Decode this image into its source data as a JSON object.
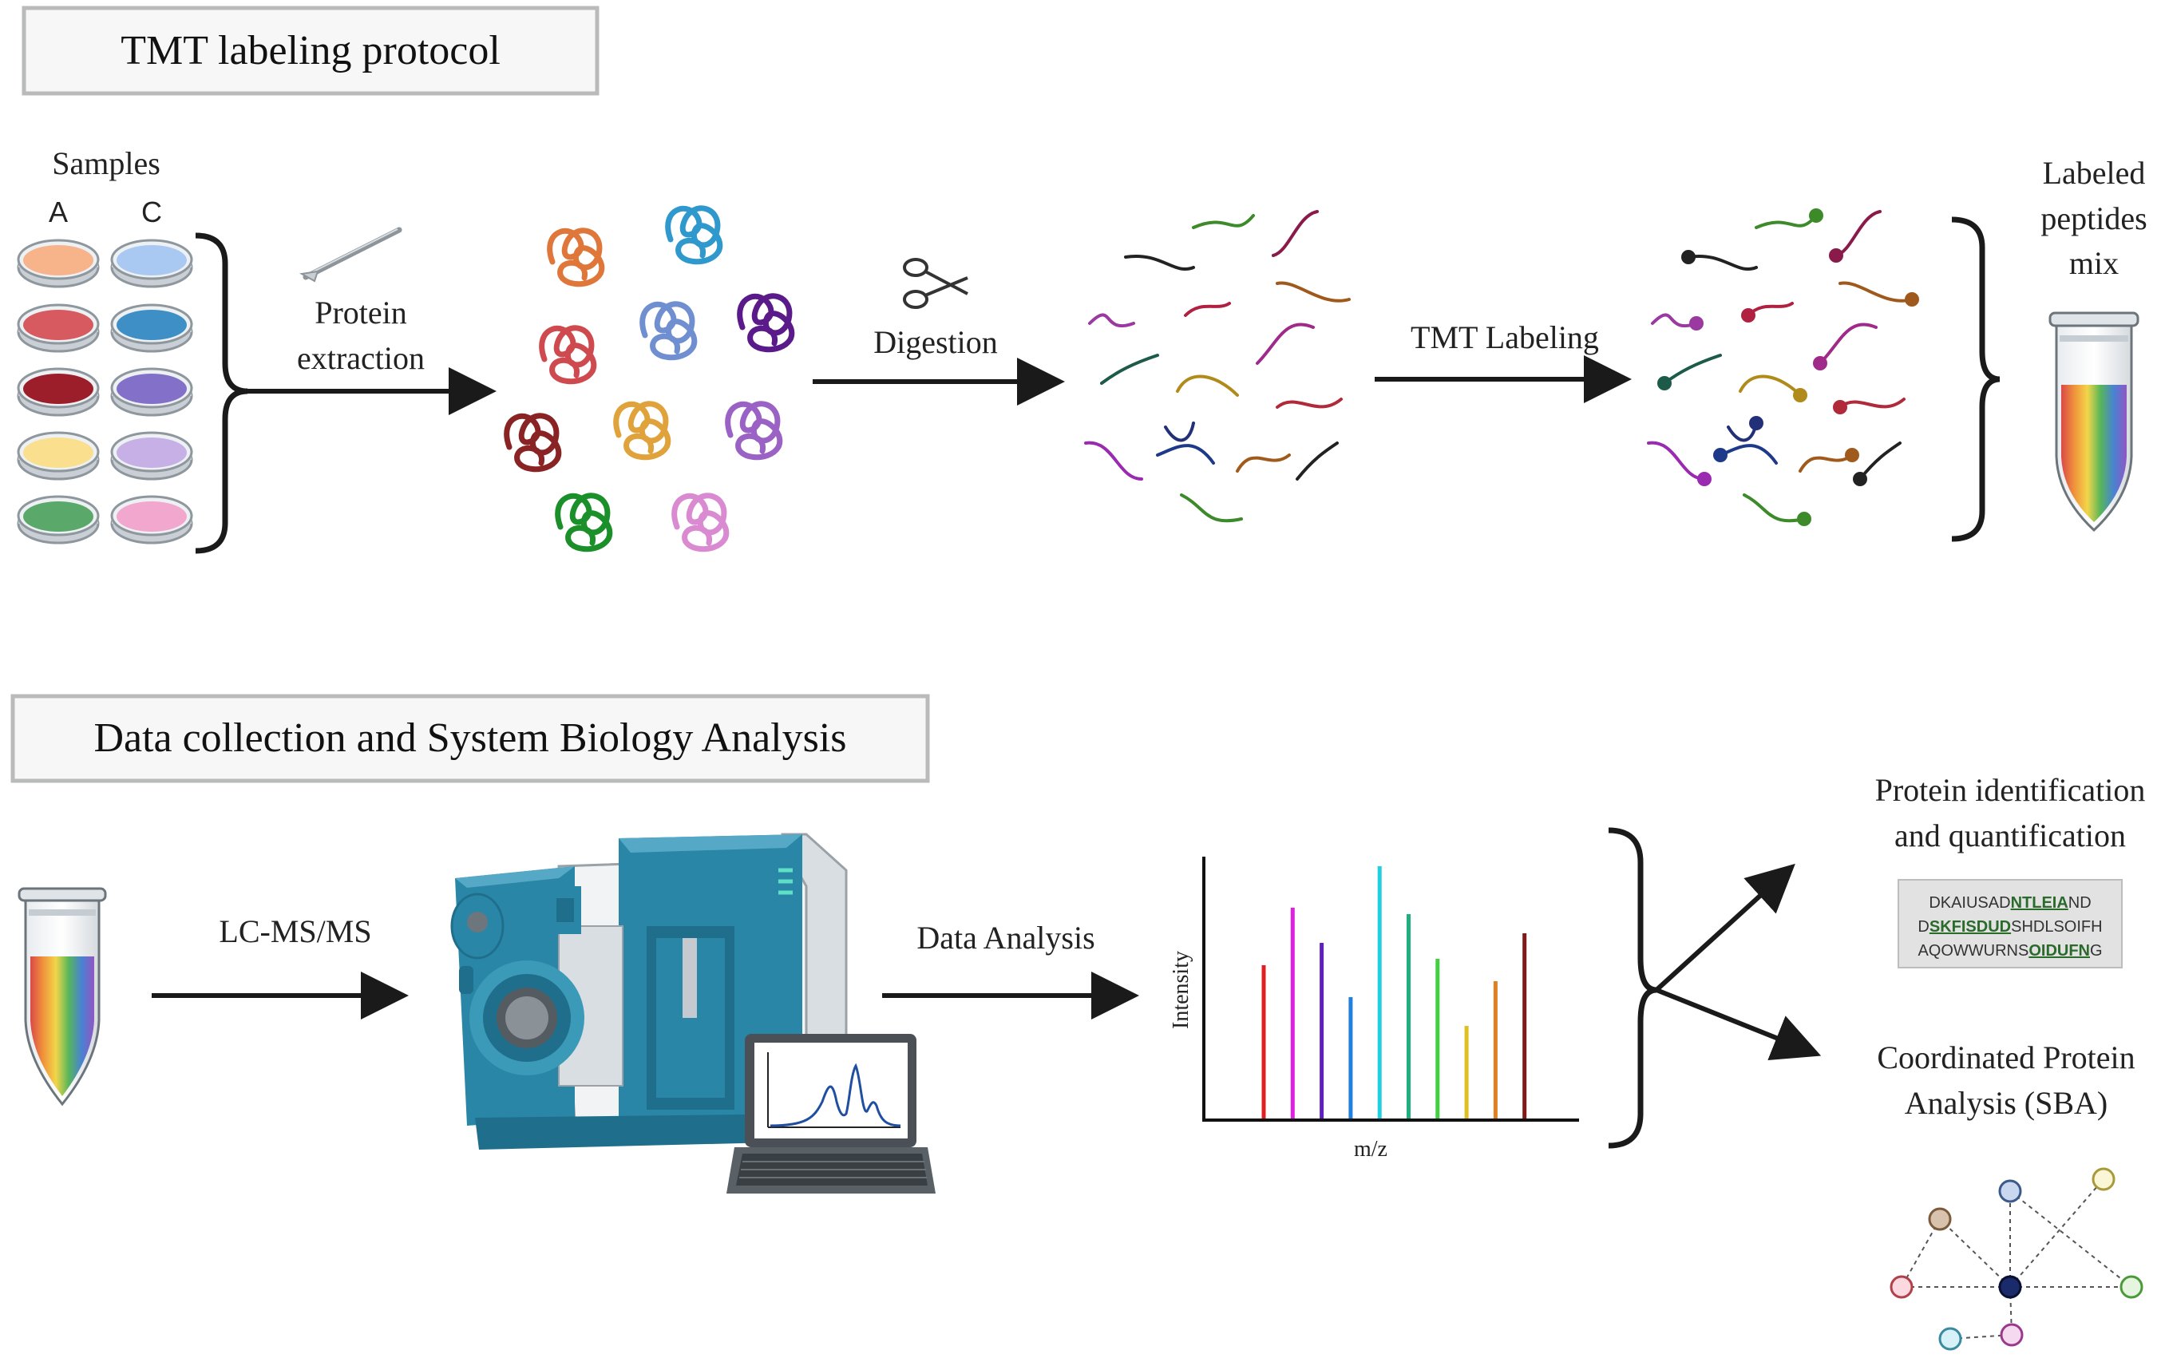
{
  "section1": {
    "title": "TMT labeling protocol",
    "samples_label": "Samples",
    "col_a": "A",
    "col_c": "C",
    "step_extraction_line1": "Protein",
    "step_extraction_line2": "extraction",
    "step_digestion": "Digestion",
    "step_labeling": "TMT Labeling",
    "result_line1": "Labeled",
    "result_line2": "peptides",
    "result_line3": "mix"
  },
  "section2": {
    "title": "Data collection and System Biology Analysis",
    "step_lcms": "LC-MS/MS",
    "step_analysis": "Data Analysis",
    "spectrum_ylabel": "Intensity",
    "spectrum_xlabel": "m/z",
    "out1_line1": "Protein identification",
    "out1_line2": "and quantification",
    "out2_line1": "Coordinated Protein",
    "out2_line2": "Analysis (SBA)",
    "seq": [
      [
        {
          "t": "DKAIUSAD",
          "h": false
        },
        {
          "t": "NTLEIA",
          "h": true
        },
        {
          "t": "ND",
          "h": false
        }
      ],
      [
        {
          "t": "D",
          "h": false
        },
        {
          "t": "SKFISDUD",
          "h": true
        },
        {
          "t": "SHDLSOIFH",
          "h": false
        }
      ],
      [
        {
          "t": "AQOWWURNS",
          "h": false
        },
        {
          "t": "OIDUFN",
          "h": true
        },
        {
          "t": "G",
          "h": false
        }
      ]
    ]
  },
  "colors": {
    "dish_a": [
      "#f7b38a",
      "#d65a5f",
      "#9b1e2a",
      "#f9df8e",
      "#5aa86a"
    ],
    "dish_c": [
      "#a9c9f2",
      "#3f8fc7",
      "#8270c9",
      "#c7b0e6",
      "#f2a7cf"
    ],
    "proteins": [
      "#e0773a",
      "#2f98cc",
      "#cf4a4e",
      "#6f8fd1",
      "#5a1a8a",
      "#8a2323",
      "#e0a23a",
      "#9a62c4",
      "#1a8f2a",
      "#d98ad0"
    ],
    "peptides": [
      "#222222",
      "#3d8a2a",
      "#8a1a4a",
      "#9a3aa0",
      "#b02040",
      "#a0591c",
      "#1d5a4a",
      "#b08a1a",
      "#a02a8a",
      "#22307a",
      "#b02a3a",
      "#9a2ab0",
      "#1d3a8a",
      "#a05a1c"
    ],
    "spectrum": [
      "#e02020",
      "#e020e0",
      "#6020c0",
      "#2080e0",
      "#20d0e0",
      "#20b080",
      "#40d040",
      "#e0c020",
      "#e08020",
      "#801a1a"
    ],
    "accent_green": "#2a6a2a"
  },
  "chart_data": {
    "type": "bar",
    "xlabel": "m/z",
    "ylabel": "Intensity",
    "values": [
      0.48,
      0.66,
      0.55,
      0.38,
      0.79,
      0.64,
      0.5,
      0.29,
      0.43,
      0.58
    ]
  }
}
